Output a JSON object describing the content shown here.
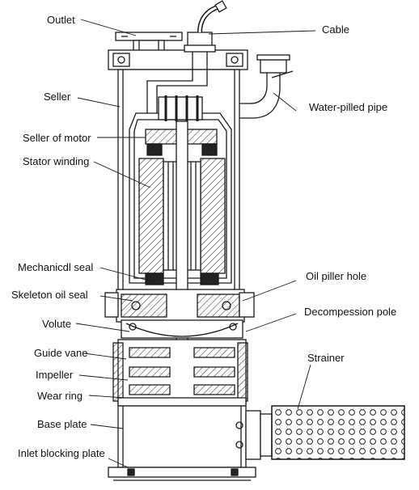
{
  "labels": {
    "outlet": "Outlet",
    "cable": "Cable",
    "seller": "Seller",
    "water_pipe": "Water-pilled pipe",
    "seller_of_motor": "Seller of motor",
    "stator_winding": "Stator winding",
    "mechanical_seal": "Mechanicdl seal",
    "oil_filler_hole": "Oil piller hole",
    "skeleton_oil_seal": "Skeleton oil seal",
    "decompression_pole": "Decompession pole",
    "volute": "Volute",
    "guide_vane": "Guide vane",
    "strainer": "Strainer",
    "impeller": "Impeller",
    "wear_ring": "Wear ring",
    "base_plate": "Base plate",
    "inlet_blocking_plate": "Inlet blocking plate"
  },
  "colors": {
    "line": "#1a1a1a",
    "fill": "#ffffff",
    "hatch": "#444444"
  }
}
